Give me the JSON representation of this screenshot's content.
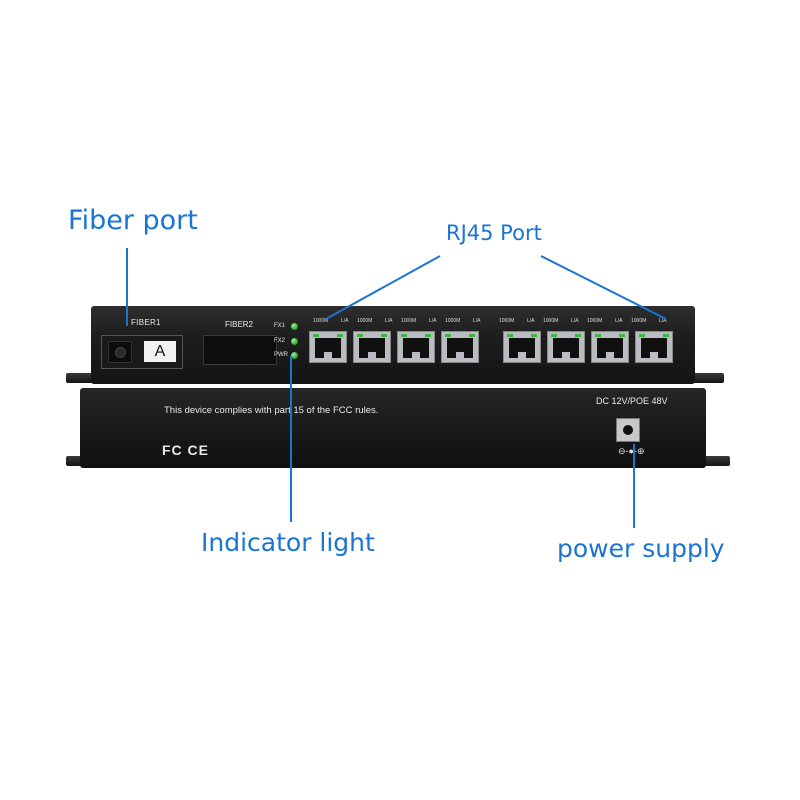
{
  "callouts": {
    "fiber_port": "Fiber port",
    "rj45_port": "RJ45 Port",
    "indicator_light": "Indicator light",
    "power_supply": "power supply"
  },
  "device": {
    "fiber1_label": "FIBER1",
    "fiber1_tag": "A",
    "fiber2_label": "FIBER2",
    "indicators": [
      "FX1",
      "FX2",
      "PWR"
    ],
    "port_labels": [
      [
        "1000M",
        "L/A"
      ],
      [
        "1000M",
        "L/A"
      ],
      [
        "1000M",
        "L/A"
      ],
      [
        "1000M",
        "L/A"
      ],
      [
        "1000M",
        "L/A"
      ],
      [
        "1000M",
        "L/A"
      ],
      [
        "1000M",
        "L/A"
      ],
      [
        "1000M",
        "L/A"
      ]
    ],
    "fcc_text": "This device complies with part 15 of the FCC rules.",
    "cert_marks": "FC CE",
    "power_label": "DC 12V/POE 48V",
    "polarity_symbol": "⊖-●-⊕"
  },
  "colors": {
    "callout": "#1a75d2",
    "led": "#3fb53f"
  }
}
